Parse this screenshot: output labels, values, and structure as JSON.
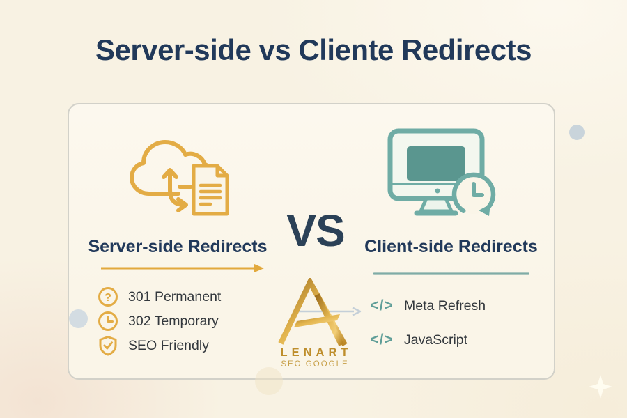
{
  "title": "Server-side vs Cliente Redirects",
  "vs_label": "VS",
  "left": {
    "heading": "Server-side Redirects",
    "icon": "cloud-upload-document-icon",
    "items": [
      {
        "icon": "question-icon",
        "label": "301 Permanent"
      },
      {
        "icon": "clock-icon",
        "label": "302 Temporary"
      },
      {
        "icon": "shield-check-icon",
        "label": "SEO Friendly"
      }
    ]
  },
  "right": {
    "heading": "Client-side Redirects",
    "icon": "monitor-history-clock-icon",
    "items": [
      {
        "icon": "code-icon",
        "glyph": "</>",
        "label": "Meta Refresh"
      },
      {
        "icon": "code-icon",
        "glyph": "</>",
        "label": "JavaScript"
      }
    ]
  },
  "logo": {
    "name": "LENART",
    "tagline": "SEO GOOGLE",
    "mark": "gold-triangle-a-logo"
  },
  "colors": {
    "navy": "#21395A",
    "text_dark": "#33383D",
    "accent_gold": "#E3AC45",
    "accent_teal": "#6FACA5",
    "accent_teal_dark": "#5F9E98",
    "teal_screen": "#5A968F",
    "logo_gold": "#BE8E2C",
    "background": "#F8F2E3",
    "card_background": "#FAF5E8",
    "card_border": "#D2D1C9",
    "decor_dot": "#C9D4DB",
    "light_arrow": "#C4CFD8"
  }
}
